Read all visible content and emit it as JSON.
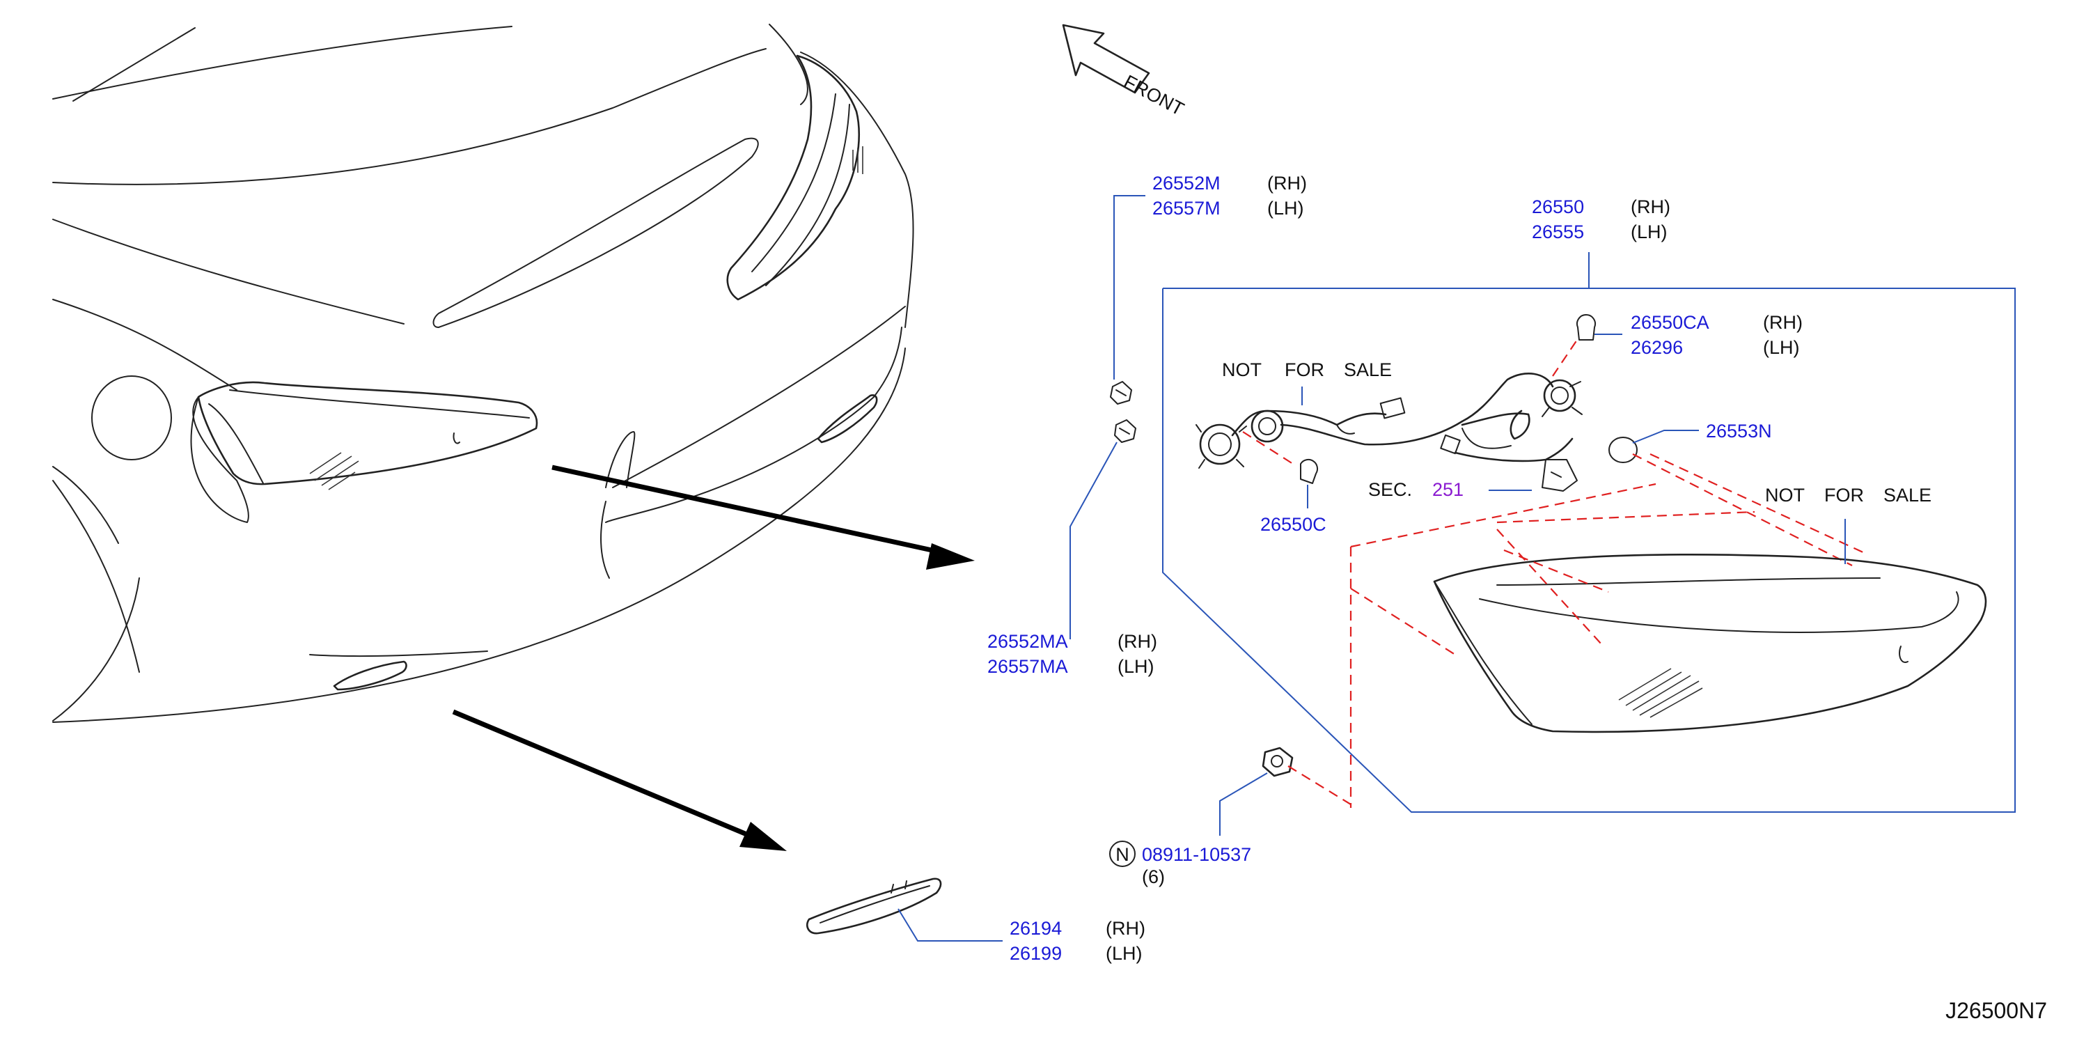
{
  "front_label": "FRONT",
  "diagram_id": "J26500N7",
  "callouts": {
    "side_marker_clip_upper": {
      "part": "26552M",
      "part_alt": "26557M",
      "side": "(RH)",
      "side_alt": "(LH)"
    },
    "side_marker_clip_lower": {
      "part": "26552MA",
      "part_alt": "26557MA",
      "side": "(RH)",
      "side_alt": "(LH)"
    },
    "tail_lamp_assembly": {
      "part": "26550",
      "part_alt": "26555",
      "side": "(RH)",
      "side_alt": "(LH)"
    },
    "bulb_upper": {
      "part": "26550CA",
      "part_alt": "26296",
      "side": "(RH)",
      "side_alt": "(LH)"
    },
    "gasket": {
      "part": "26553N"
    },
    "bulb_lower": {
      "part": "26550C"
    },
    "nut": {
      "prefix": "N",
      "part": "08911-10537",
      "qty": "(6)"
    },
    "side_marker_lamp": {
      "part": "26194",
      "part_alt": "26199",
      "side": "(RH)",
      "side_alt": "(LH)"
    }
  },
  "harness": {
    "not_for_sale": [
      "NOT",
      "FOR",
      "SALE"
    ],
    "sec_label": "SEC.",
    "sec_ref": "251"
  },
  "lens": {
    "not_for_sale": [
      "NOT",
      "FOR",
      "SALE"
    ]
  }
}
